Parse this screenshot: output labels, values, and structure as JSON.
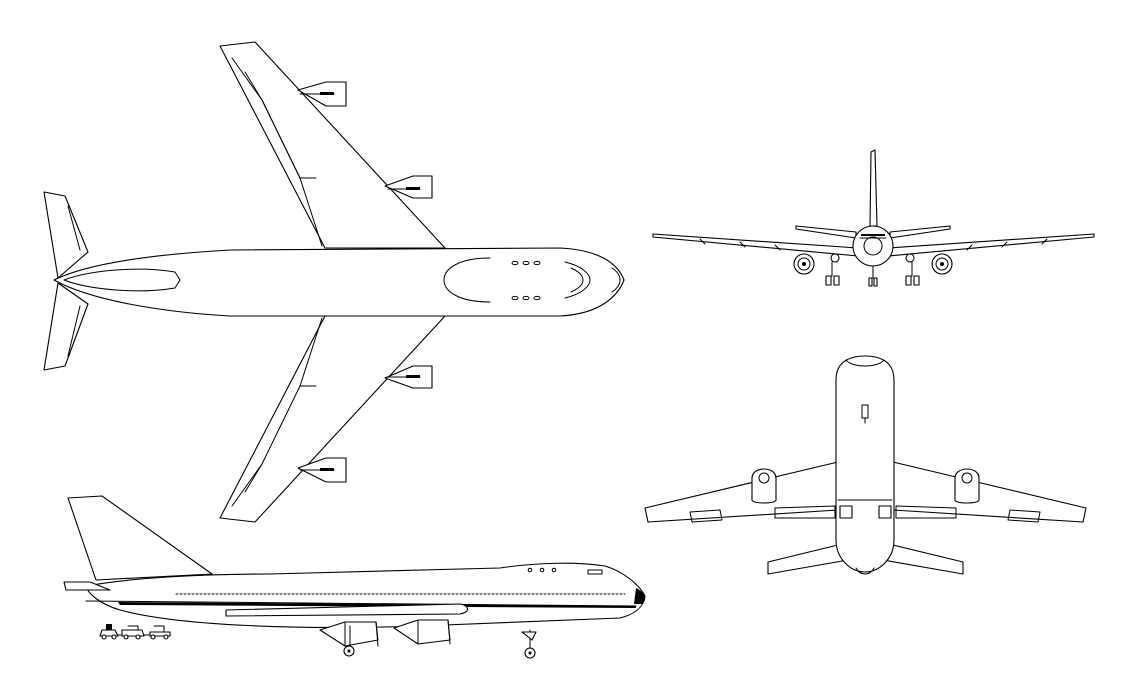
{
  "drawing": {
    "views": [
      {
        "name": "top-view"
      },
      {
        "name": "front-view"
      },
      {
        "name": "bottom-view"
      },
      {
        "name": "side-view"
      }
    ],
    "ink_color": "#000000",
    "background_color": "#ffffff"
  }
}
